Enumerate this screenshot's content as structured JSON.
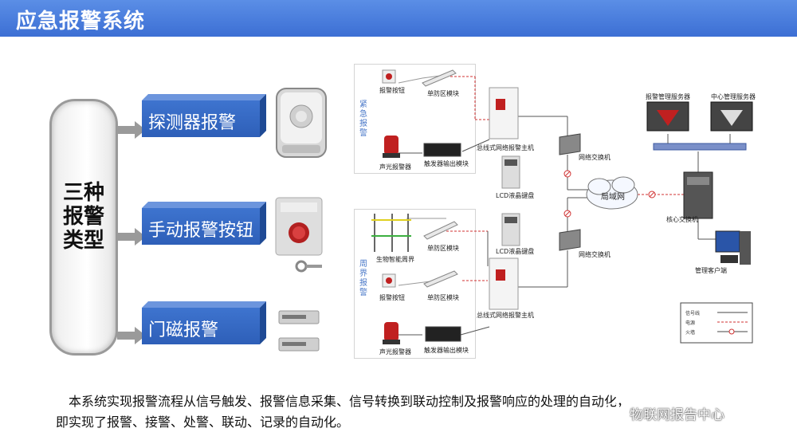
{
  "header": {
    "title": "应急报警系统"
  },
  "types": {
    "title_line1": "三种",
    "title_line2": "报警",
    "title_line3": "类型",
    "items": [
      {
        "label": "探测器报警",
        "icon": "detector-device"
      },
      {
        "label": "手动报警按钮",
        "icon": "manual-button-device"
      },
      {
        "label": "门磁报警",
        "icon": "door-magnet-device"
      }
    ]
  },
  "diagram": {
    "panel_top": {
      "label": "紧急报警",
      "alarm_button": "报警按钮",
      "zone_module": "单防区模块",
      "siren": "声光报警器",
      "trigger_module": "触发器输出模块",
      "host": "总线式网络报警主机",
      "lcd": "LCD液晶键盘"
    },
    "panel_bottom": {
      "label": "周界报警",
      "bio_fence": "生物智能周界",
      "zone_module_1": "单防区模块",
      "alarm_button": "报警按钮",
      "zone_module_2": "单防区模块",
      "siren": "声光报警器",
      "trigger_module": "触发器输出模块",
      "host": "总线式网络报警主机",
      "lcd": "LCD液晶键盘"
    },
    "network": {
      "switch_top": "网络交换机",
      "switch_bottom": "网络交换机",
      "lan": "局域网",
      "core_switch": "核心交换机",
      "alarm_server": "报警管理服务器",
      "center_server": "中心管理服务器",
      "client": "管理客户端"
    },
    "legend": {
      "signal": "信号线",
      "power": "电源",
      "firewall": "火墙"
    },
    "colors": {
      "line": "#555555",
      "dashed": "#d03030",
      "accent": "#3c6fd4"
    }
  },
  "description": {
    "line1": "本系统实现报警流程从信号触发、报警信息采集、信号转换到联动控制及报警响应的处理的自动化，",
    "line2": "即实现了报警、接警、处警、联动、记录的自动化。"
  },
  "watermark": {
    "text": "物联网报告中心"
  }
}
